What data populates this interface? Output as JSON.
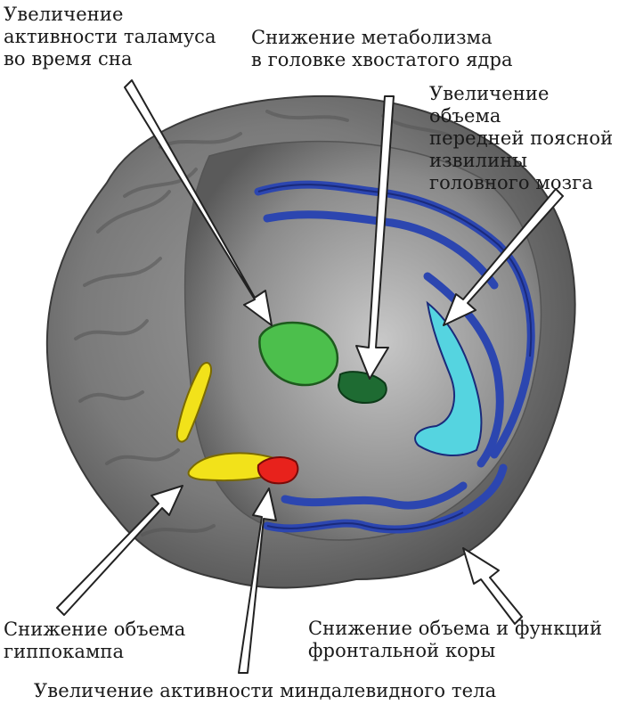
{
  "labels": {
    "thalamus": "Увеличение\nактивности таламуса\nво время сна",
    "caudate": "Снижение метаболизма\nв головке хвостатого ядра",
    "cingulate": "Увеличение объема\nпередней поясной\nизвилины\nголовного мозга",
    "hippocampus": "Снижение объема\nгиппокампа",
    "frontal": "Снижение объема и функций\nфронтальной коры",
    "amygdala": "Увеличение активности миндалевидного тела"
  },
  "colors": {
    "background": "#ffffff",
    "brain_gray": "#8c8c8c",
    "thalamus_green": "#4cbf4c",
    "caudate_darkgreen": "#1e6b32",
    "cingulate_cyan": "#55d4e0",
    "frontal_blue": "#2c46b0",
    "hippocampus_yellow": "#f2e21a",
    "amygdala_red": "#e8221c"
  }
}
